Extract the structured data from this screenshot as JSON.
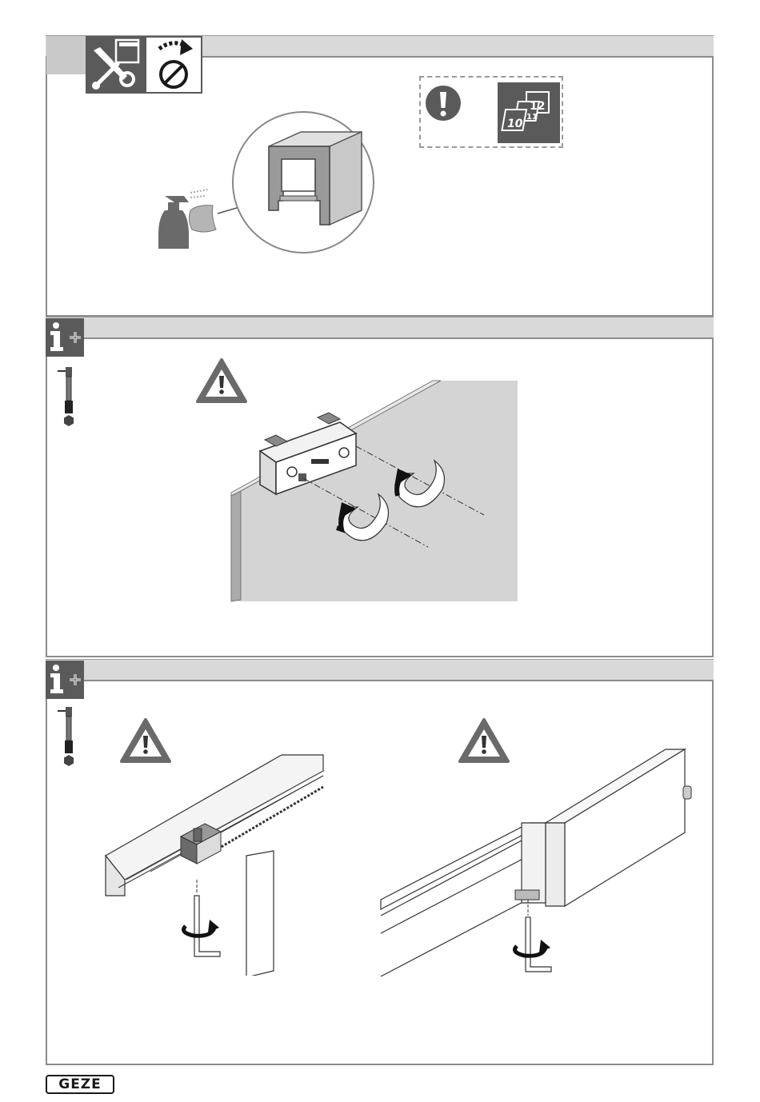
{
  "brand": {
    "logo_text": "GEZE"
  },
  "section1": {
    "icons": [
      "maintenance-tools-icon",
      "no-power-icon"
    ],
    "note_icons": [
      "important-exclamation-icon",
      "calendar-12-months-icon"
    ],
    "calendar_numbers": [
      "12",
      "11",
      "10"
    ],
    "illustration": "spray-bottle-cleaning-track-profile"
  },
  "section2": {
    "icons": [
      "info-plus-icon",
      "torque-screwdriver-icon",
      "warning-triangle-icon"
    ],
    "illustration": "carriage-screws-tighten-on-door-leaf"
  },
  "section3": {
    "icons": [
      "info-plus-icon",
      "torque-screwdriver-icon",
      "warning-triangle-icon",
      "warning-triangle-icon"
    ],
    "illustrations": [
      "track-carriage-hex-key-adjust",
      "track-end-stop-hex-key-adjust"
    ]
  },
  "colors": {
    "band": "#d9d9d9",
    "border": "#8c8c8c",
    "icon_dark": "#5a5a5a",
    "door_fill": "#d4d4d4"
  }
}
